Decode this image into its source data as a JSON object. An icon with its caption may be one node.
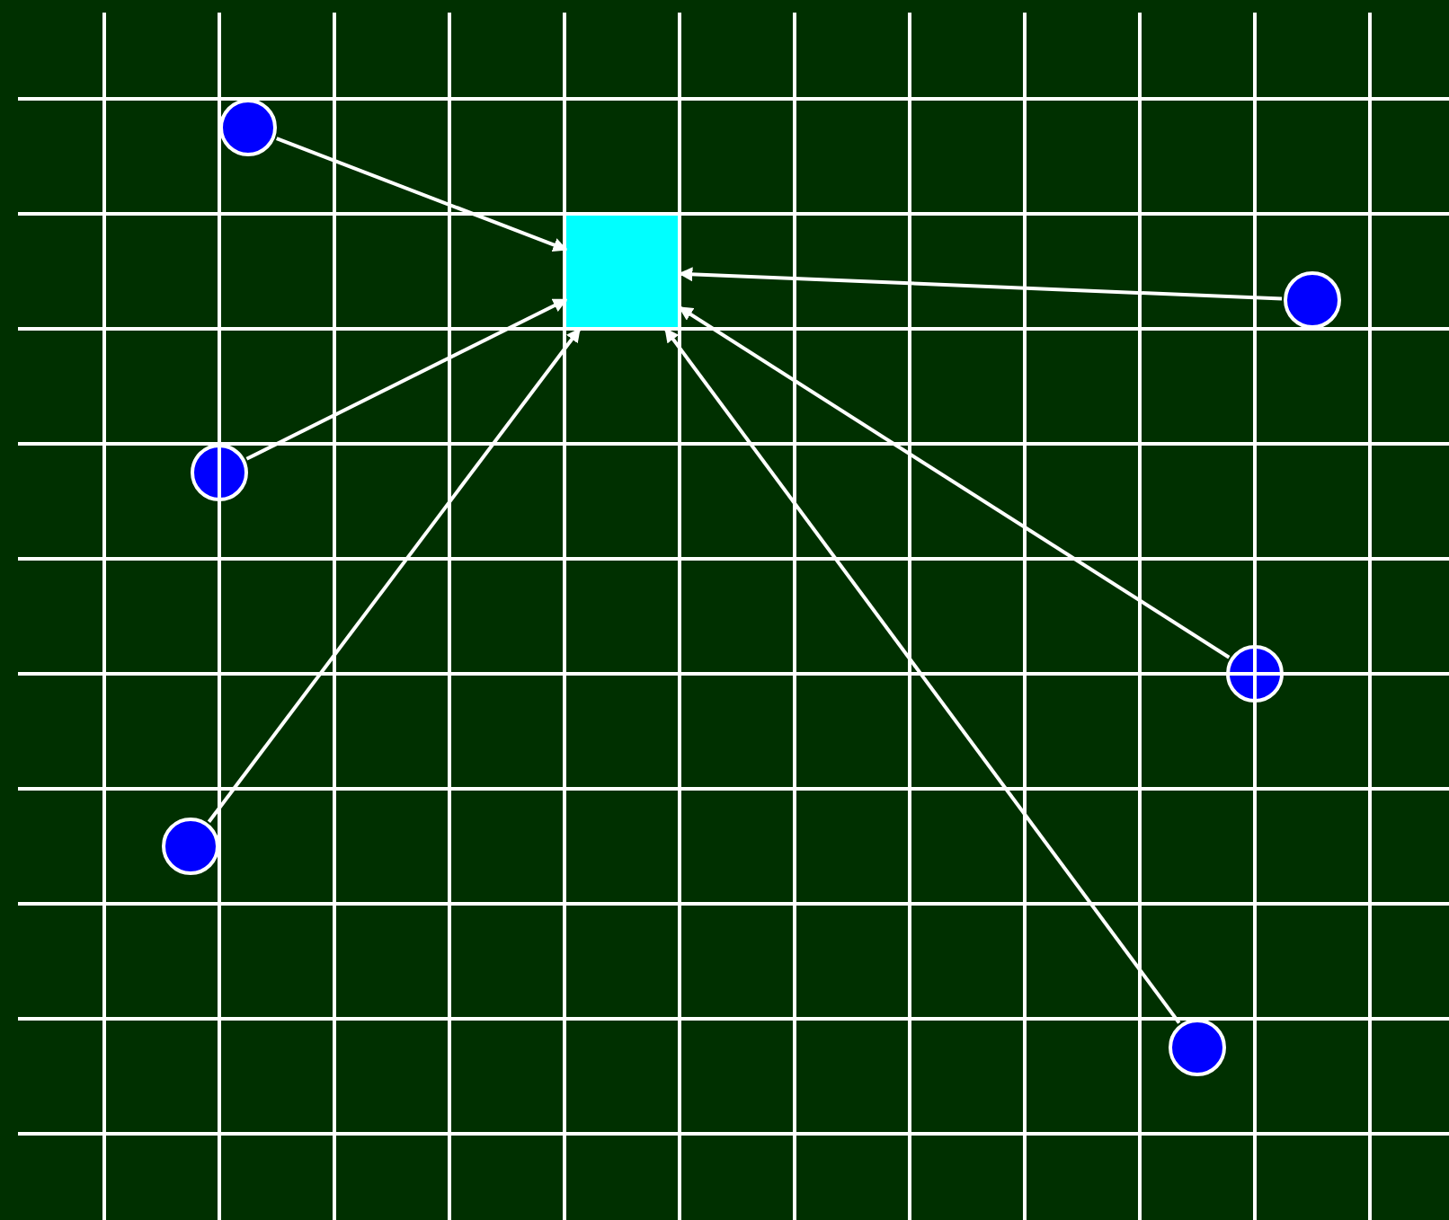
{
  "diagram": {
    "nodes": [
      {
        "text": [],
        "shape": "circle"
      },
      {
        "text": [],
        "shape": "box"
      },
      {
        "text": [],
        "shape": "circle"
      },
      {
        "text": [],
        "shape": "circle"
      },
      {
        "text": [],
        "shape": "circle"
      },
      {
        "text": [],
        "shape": "circle"
      },
      {
        "text": [],
        "shape": "circle"
      }
    ],
    "edges": [
      {
        "from": 0,
        "to": 1,
        "arrow": "to"
      },
      {
        "from": 2,
        "to": 1,
        "arrow": "to"
      },
      {
        "from": 3,
        "to": 1,
        "arrow": "to"
      },
      {
        "from": 5,
        "to": 1,
        "arrow": "to"
      },
      {
        "from": 4,
        "to": 1,
        "arrow": "to"
      },
      {
        "from": 6,
        "to": 1,
        "arrow": "to"
      }
    ]
  }
}
